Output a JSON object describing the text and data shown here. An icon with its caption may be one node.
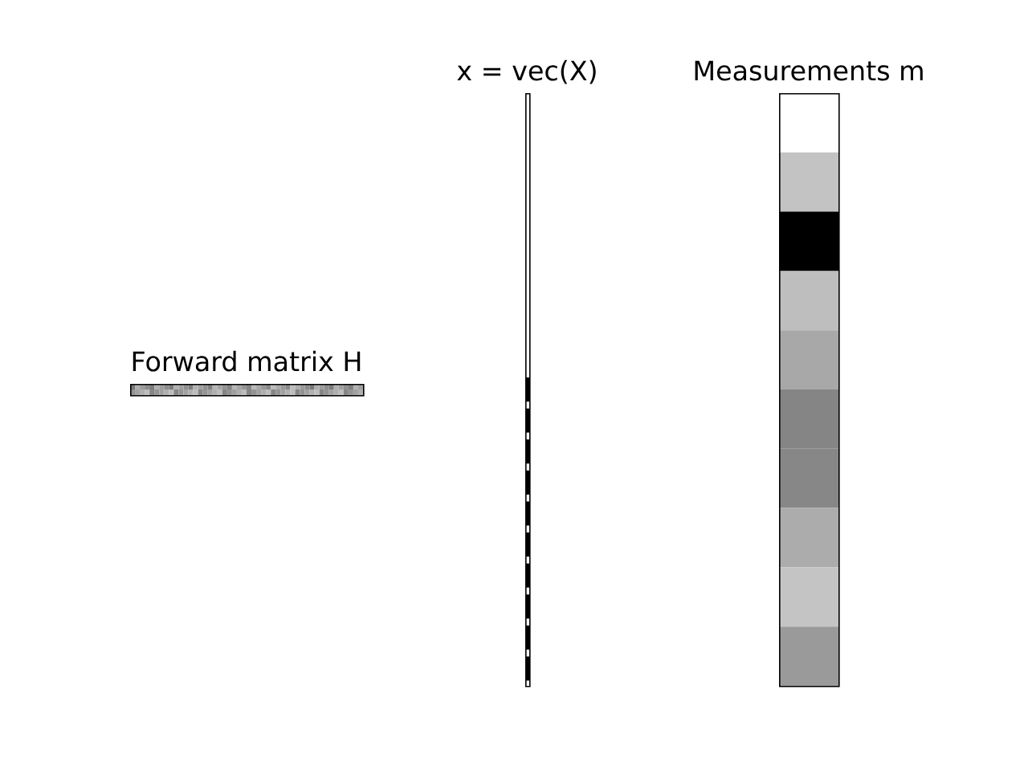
{
  "diagram": {
    "nodes": [
      {
        "text": [
          "Forward matrix H"
        ]
      },
      {
        "text": [
          "x = vec(X)"
        ]
      },
      {
        "text": [
          "Measurements m"
        ]
      }
    ]
  }
}
